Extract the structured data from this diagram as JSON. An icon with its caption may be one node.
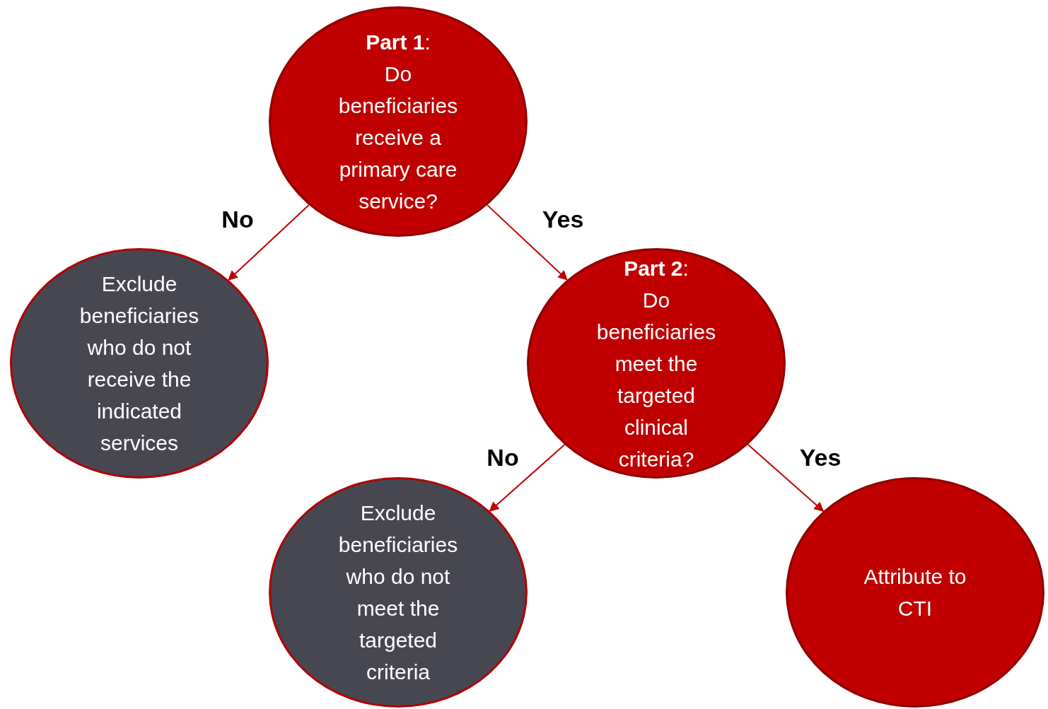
{
  "diagram": {
    "nodes": [
      {
        "text": [
          "**Part 1**:",
          "Do beneficiaries receive a primary care service?"
        ]
      },
      {
        "text": [
          "Exclude beneficiaries who do not receive the indicated services"
        ]
      },
      {
        "text": [
          "**Part 2**:",
          "Do beneficiaries meet the targeted clinical criteria?"
        ]
      },
      {
        "text": [
          "Exclude beneficiaries who do not meet the targeted criteria"
        ]
      },
      {
        "text": [
          "Attribute to CTI"
        ]
      }
    ],
    "edges": [
      {
        "from": 0,
        "to": 1,
        "arrow": "to",
        "label": "No"
      },
      {
        "from": 0,
        "to": 2,
        "arrow": "to",
        "label": "Yes"
      },
      {
        "from": 2,
        "to": 3,
        "arrow": "to",
        "label": "No"
      },
      {
        "from": 2,
        "to": 4,
        "arrow": "to",
        "label": "Yes"
      }
    ]
  }
}
